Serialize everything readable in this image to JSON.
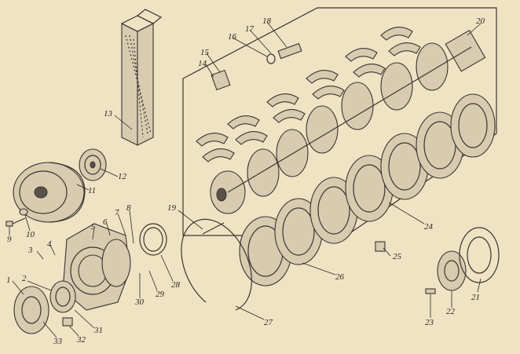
{
  "diagram": {
    "type": "exploded-parts-drawing",
    "part_labels": [
      "1",
      "2",
      "3",
      "4",
      "5",
      "6",
      "7",
      "8",
      "9",
      "10",
      "11",
      "12",
      "13",
      "14",
      "15",
      "16",
      "17",
      "18",
      "19",
      "20",
      "21",
      "22",
      "23",
      "24",
      "25",
      "26",
      "27",
      "28",
      "29",
      "30",
      "31",
      "32",
      "33"
    ]
  }
}
